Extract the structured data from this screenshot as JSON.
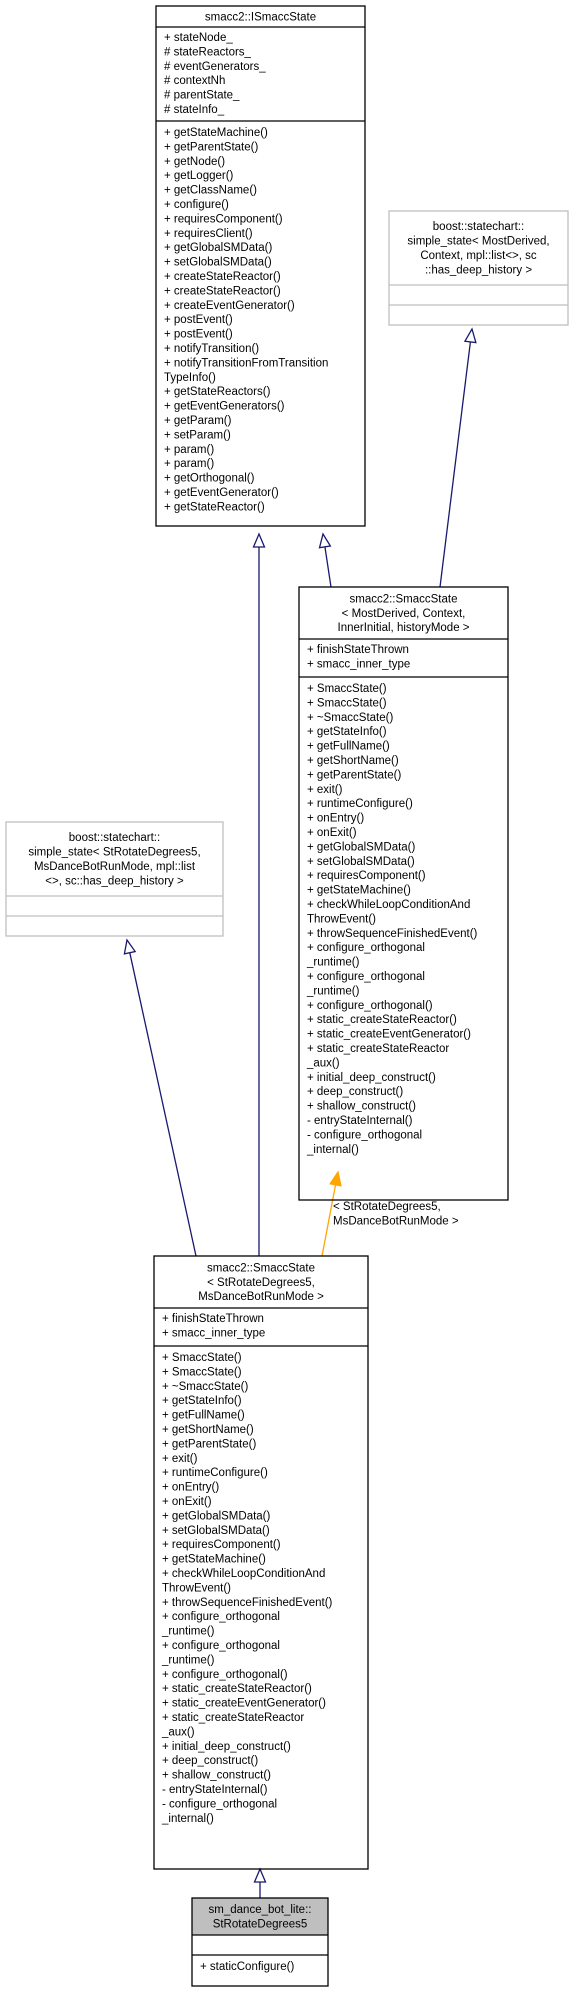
{
  "colors": {
    "node_border": "#000000",
    "template_border": "#bfbfbf",
    "highlight_fill": "#bfbfbf",
    "inheritance_edge": "#191970",
    "template_instance_edge": "#ffa500"
  },
  "classes": [
    {
      "id": "ismacc_state",
      "title": [
        "smacc2::ISmaccState"
      ],
      "attributes": [
        "+ stateNode_",
        "# stateReactors_",
        "# eventGenerators_",
        "# contextNh",
        "# parentState_",
        "# stateInfo_"
      ],
      "methods": [
        "+ getStateMachine()",
        "+ getParentState()",
        "+ getNode()",
        "+ getLogger()",
        "+ getClassName()",
        "+ configure()",
        "+ requiresComponent()",
        "+ requiresClient()",
        "+ getGlobalSMData()",
        "+ setGlobalSMData()",
        "+ createStateReactor()",
        "+ createStateReactor()",
        "+ createEventGenerator()",
        "+ postEvent()",
        "+ postEvent()",
        "+ notifyTransition()",
        "+ notifyTransitionFromTransition",
        "TypeInfo()",
        "+ getStateReactors()",
        "+ getEventGenerators()",
        "+ getParam()",
        "+ setParam()",
        "+ param()",
        "+ param()",
        "+ getOrthogonal()",
        "+ getEventGenerator()",
        "+ getStateReactor()"
      ]
    },
    {
      "id": "simple_state_generic",
      "title": [
        "boost::statechart::",
        "simple_state< MostDerived,",
        "Context, mpl::list<>, sc",
        "::has_deep_history >"
      ],
      "attributes": [],
      "methods": []
    },
    {
      "id": "smacc_state_template",
      "title": [
        "smacc2::SmaccState",
        "< MostDerived, Context,",
        "InnerInitial, historyMode >"
      ],
      "attributes": [
        "+ finishStateThrown",
        "+ smacc_inner_type"
      ],
      "methods": [
        "+ SmaccState()",
        "+ SmaccState()",
        "+ ~SmaccState()",
        "+ getStateInfo()",
        "+ getFullName()",
        "+ getShortName()",
        "+ getParentState()",
        "+ exit()",
        "+ runtimeConfigure()",
        "+ onEntry()",
        "+ onExit()",
        "+ getGlobalSMData()",
        "+ setGlobalSMData()",
        "+ requiresComponent()",
        "+ getStateMachine()",
        "+ checkWhileLoopConditionAnd",
        "ThrowEvent()",
        "+ throwSequenceFinishedEvent()",
        "+ configure_orthogonal",
        "_runtime()",
        "+ configure_orthogonal",
        "_runtime()",
        "+ configure_orthogonal()",
        "+ static_createStateReactor()",
        "+ static_createEventGenerator()",
        "+ static_createStateReactor",
        "_aux()",
        "+ initial_deep_construct()",
        "+ deep_construct()",
        "+ shallow_construct()",
        "- entryStateInternal()",
        "- configure_orthogonal",
        "_internal()"
      ]
    },
    {
      "id": "simple_state_rotate",
      "title": [
        "boost::statechart::",
        "simple_state< StRotateDegrees5,",
        "MsDanceBotRunMode, mpl::list",
        "<>, sc::has_deep_history >"
      ],
      "attributes": [],
      "methods": []
    },
    {
      "id": "smacc_state_rotate",
      "title": [
        "smacc2::SmaccState",
        "< StRotateDegrees5,",
        "MsDanceBotRunMode >"
      ],
      "attributes": [
        "+ finishStateThrown",
        "+ smacc_inner_type"
      ],
      "methods": [
        "+ SmaccState()",
        "+ SmaccState()",
        "+ ~SmaccState()",
        "+ getStateInfo()",
        "+ getFullName()",
        "+ getShortName()",
        "+ getParentState()",
        "+ exit()",
        "+ runtimeConfigure()",
        "+ onEntry()",
        "+ onExit()",
        "+ getGlobalSMData()",
        "+ setGlobalSMData()",
        "+ requiresComponent()",
        "+ getStateMachine()",
        "+ checkWhileLoopConditionAnd",
        "ThrowEvent()",
        "+ throwSequenceFinishedEvent()",
        "+ configure_orthogonal",
        "_runtime()",
        "+ configure_orthogonal",
        "_runtime()",
        "+ configure_orthogonal()",
        "+ static_createStateReactor()",
        "+ static_createEventGenerator()",
        "+ static_createStateReactor",
        "_aux()",
        "+ initial_deep_construct()",
        "+ deep_construct()",
        "+ shallow_construct()",
        "- entryStateInternal()",
        "- configure_orthogonal",
        "_internal()"
      ]
    },
    {
      "id": "st_rotate_degrees5",
      "title": [
        "sm_dance_bot_lite::",
        "StRotateDegrees5"
      ],
      "attributes": [],
      "methods": [
        "+ staticConfigure()"
      ]
    }
  ],
  "edge_labels": {
    "template_binding": [
      "< StRotateDegrees5,",
      "MsDanceBotRunMode >"
    ]
  }
}
